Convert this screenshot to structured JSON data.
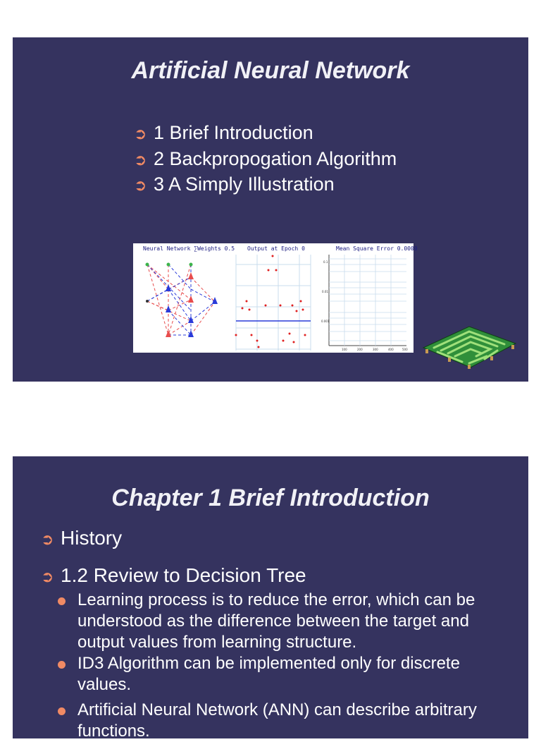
{
  "slide1": {
    "title": "Artificial Neural Network",
    "bullets": [
      "1 Brief Introduction",
      "2 Backpropogation Algorithm",
      "3 A Simply Illustration"
    ],
    "figure": {
      "panel1_title": "Neural Network ∑Weights   0.5",
      "panel2_title": "Output at Epoch    0",
      "panel3_title": "Mean Square Error 0.0000",
      "y_ticks": [
        "0.1",
        "0.01",
        "0.001"
      ],
      "x_ticks": [
        "100",
        "200",
        "300",
        "400",
        "500"
      ]
    }
  },
  "slide2": {
    "title": "Chapter 1 Brief Introduction",
    "bullets": [
      "History",
      "1.2 Review to Decision Tree"
    ],
    "sub_bullets": [
      "Learning process is to reduce the error, which can be understood as the difference between the target and output values from learning structure.",
      "ID3 Algorithm can be implemented only for discrete values.",
      "Artificial Neural Network (ANN) can describe arbitrary functions."
    ]
  },
  "colors": {
    "slide_bg": "#35335f",
    "accent": "#f08a64",
    "text": "#ffffff"
  },
  "icons": {
    "bullet": "arrow-bullet-icon",
    "sub_bullet": "dot-bullet-icon",
    "decoration": "maze-icon"
  }
}
